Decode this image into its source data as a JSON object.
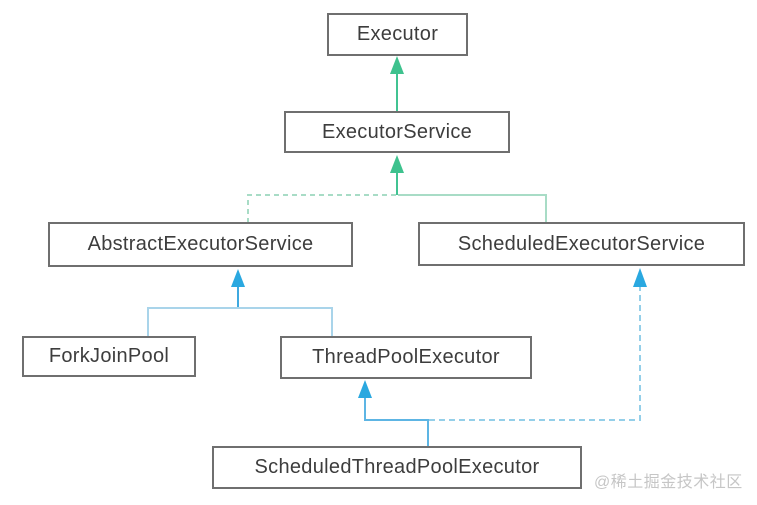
{
  "diagram": {
    "type": "class-hierarchy",
    "nodes": [
      {
        "id": "executor",
        "label": "Executor"
      },
      {
        "id": "executor-service",
        "label": "ExecutorService"
      },
      {
        "id": "abstract-executor-service",
        "label": "AbstractExecutorService"
      },
      {
        "id": "scheduled-executor-service",
        "label": "ScheduledExecutorService"
      },
      {
        "id": "fork-join-pool",
        "label": "ForkJoinPool"
      },
      {
        "id": "thread-pool-executor",
        "label": "ThreadPoolExecutor"
      },
      {
        "id": "scheduled-thread-pool-executor",
        "label": "ScheduledThreadPoolExecutor"
      }
    ],
    "edges": [
      {
        "from": "ExecutorService",
        "to": "Executor",
        "style": "solid",
        "color": "green"
      },
      {
        "from": "AbstractExecutorService",
        "to": "ExecutorService",
        "style": "dashed",
        "color": "green"
      },
      {
        "from": "ScheduledExecutorService",
        "to": "ExecutorService",
        "style": "solid",
        "color": "green"
      },
      {
        "from": "ForkJoinPool",
        "to": "AbstractExecutorService",
        "style": "solid",
        "color": "blue"
      },
      {
        "from": "ThreadPoolExecutor",
        "to": "AbstractExecutorService",
        "style": "solid",
        "color": "blue"
      },
      {
        "from": "ScheduledThreadPoolExecutor",
        "to": "ThreadPoolExecutor",
        "style": "solid",
        "color": "blue"
      },
      {
        "from": "ScheduledThreadPoolExecutor",
        "to": "ScheduledExecutorService",
        "style": "dashed",
        "color": "blue"
      }
    ]
  },
  "colors": {
    "green_arrow": "#3ec28e",
    "green_line_pale": "#a8dcc6",
    "blue_arrow": "#2aa8e0",
    "blue_line_bright": "#3fa9e0",
    "blue_line_pale": "#a9d4ea",
    "box_border": "#6f6f6f",
    "box_text": "#3d3d3d",
    "watermark": "#c6c6c6"
  },
  "watermark": {
    "text": "@稀土掘金技术社区"
  }
}
